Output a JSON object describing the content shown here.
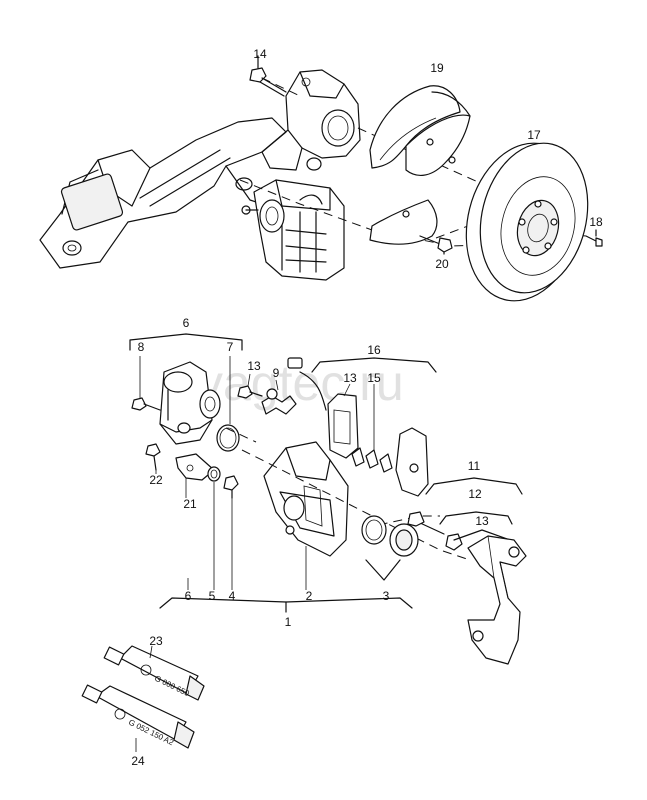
{
  "watermark": "vagtec.ru",
  "labels": {
    "l1": "1",
    "l2": "2",
    "l3": "3",
    "l4": "4",
    "l5": "5",
    "l6a": "6",
    "l6b": "6",
    "l7": "7",
    "l8": "8",
    "l9": "9",
    "l11": "11",
    "l12": "12",
    "l13a": "13",
    "l13b": "13",
    "l13c": "13",
    "l14": "14",
    "l15": "15",
    "l16": "16",
    "l17": "17",
    "l18": "18",
    "l19": "19",
    "l20": "20",
    "l21": "21",
    "l22": "22",
    "l23": "23",
    "l24": "24"
  },
  "tubes": {
    "t23": "G 000 650",
    "t24": "G 052 150 A2"
  }
}
